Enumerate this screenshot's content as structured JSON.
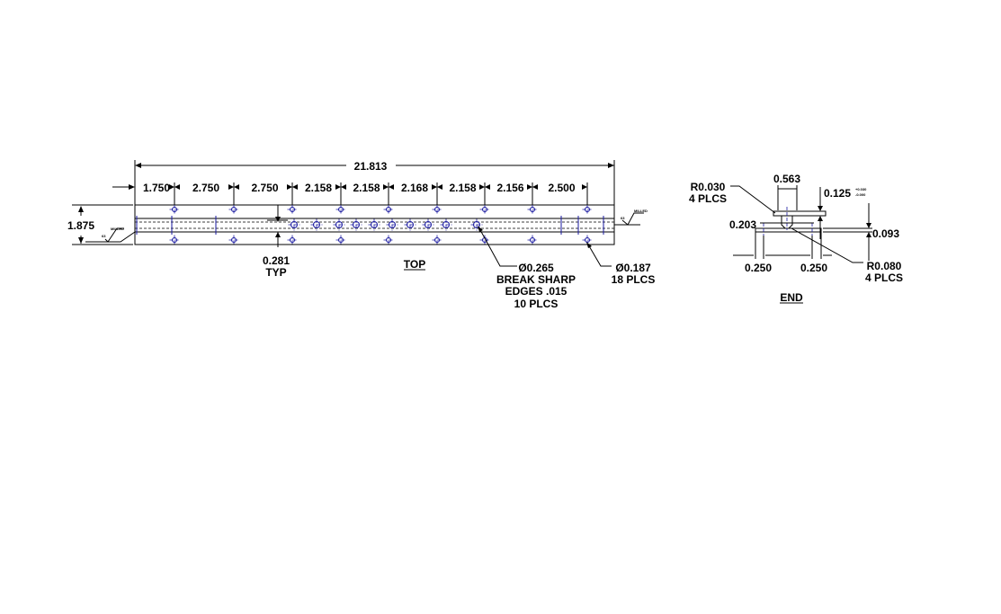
{
  "top_view": {
    "title": "TOP",
    "overall_length": "21.813",
    "spacing_dims": [
      "1.750",
      "2.750",
      "2.750",
      "2.158",
      "2.158",
      "2.168",
      "2.158",
      "2.156",
      "2.500"
    ],
    "width_dim": "1.875",
    "channel_dim": "0.281",
    "channel_note": "TYP",
    "finish_left": {
      "value": "63",
      "note": "MILLED"
    },
    "finish_right": {
      "value": "63",
      "note": "MILLED"
    },
    "callout_large_hole": [
      "Ø0.265",
      "BREAK SHARP",
      "EDGES .015",
      "10 PLCS"
    ],
    "callout_small_hole": [
      "Ø0.187",
      "18 PLCS"
    ]
  },
  "end_view": {
    "title": "END",
    "width_top": "0.563",
    "thickness_top": "0.125",
    "tolerance_upper": "+0.030",
    "tolerance_lower": "-0.000",
    "stem_width": "0.203",
    "base_thickness": "0.093",
    "left_offset": "0.250",
    "right_offset": "0.250",
    "radius_small": [
      "R0.030",
      "4 PLCS"
    ],
    "radius_large": [
      "R0.080",
      "4 PLCS"
    ]
  },
  "colors": {
    "line": "#000000",
    "centerline": "#1a1aa0"
  }
}
